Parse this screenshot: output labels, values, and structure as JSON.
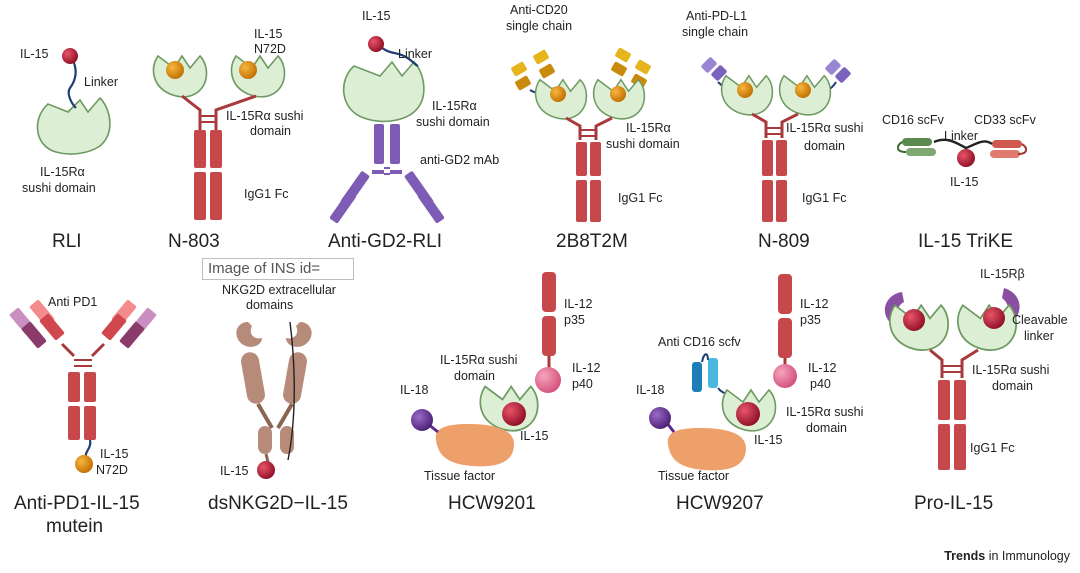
{
  "colors": {
    "sushi_fill": "#dcefd4",
    "sushi_stroke": "#6e9a62",
    "fc_red": "#c7484a",
    "il15_red": "#a3132a",
    "n72d_orange": "#e08a10",
    "linker_blue": "#1e3d73",
    "gd2_purple": "#7e5bb5",
    "scfv_yellow": "#e7b41c",
    "pdl1_lavender": "#9a85d4",
    "cd16_green": "#5b8a4e",
    "cd33_red": "#d0584d",
    "pd1_pink": "#ed6f78",
    "pd1_mauve": "#b35d88",
    "nkg2d_tan": "#b68b7a",
    "tissue_factor": "#eda06a",
    "il18_purple": "#5d2a8a",
    "il12_pink": "#e26e92",
    "cd16_blue": "#2a7fc5",
    "pro_purple": "#8a4ea3"
  },
  "constructs": {
    "rli": {
      "title": "RLI",
      "il15": "IL-15",
      "linker": "Linker",
      "sushi_1": "IL-15Rα",
      "sushi_2": "sushi domain"
    },
    "n803": {
      "title": "N-803",
      "il15_1": "IL-15",
      "il15_2": "N72D",
      "sushi_1": "IL-15Rα sushi",
      "sushi_2": "domain",
      "fc": "IgG1 Fc"
    },
    "gd2": {
      "title": "Anti-GD2-RLI",
      "il15": "IL-15",
      "linker": "Linker",
      "sushi_1": "IL-15Rα",
      "sushi_2": "sushi domain",
      "mab": "anti-GD2 mAb"
    },
    "b8t2m": {
      "title": "2B8T2M",
      "scfv_1": "Anti-CD20",
      "scfv_2": "single chain",
      "sushi_1": "IL-15Rα",
      "sushi_2": "sushi domain",
      "fc": "IgG1 Fc"
    },
    "n809": {
      "title": "N-809",
      "scfv_1": "Anti-PD-L1",
      "scfv_2": "single chain",
      "sushi_1": "IL-15Rα sushi",
      "sushi_2": "domain",
      "fc": "IgG1 Fc"
    },
    "trike": {
      "title": "IL-15 TriKE",
      "cd16": "CD16 scFv",
      "cd33": "CD33 scFv",
      "linker": "Linker",
      "il15": "IL-15"
    },
    "pd1": {
      "title_1": "Anti-PD1-IL-15",
      "title_2": "mutein",
      "anti": "Anti PD1",
      "il15_1": "IL-15",
      "il15_2": "N72D"
    },
    "nkg2d": {
      "title": "dsNKG2D−IL-15",
      "ext_1": "NKG2D extracellular",
      "ext_2": "domains",
      "il15": "IL-15"
    },
    "hcw9201": {
      "title": "HCW9201",
      "p35_1": "IL-12",
      "p35_2": "p35",
      "p40_1": "IL-12",
      "p40_2": "p40",
      "sushi_1": "IL-15Rα sushi",
      "sushi_2": "domain",
      "il18": "IL-18",
      "il15": "IL-15",
      "tf": "Tissue factor"
    },
    "hcw9207": {
      "title": "HCW9207",
      "p35_1": "IL-12",
      "p35_2": "p35",
      "p40_1": "IL-12",
      "p40_2": "p40",
      "cd16": "Anti CD16 scfv",
      "sushi_1": "IL-15Rα sushi",
      "sushi_2": "domain",
      "il18": "IL-18",
      "il15": "IL-15",
      "tf": "Tissue factor"
    },
    "pro": {
      "title": "Pro-IL-15",
      "rb": "IL-15Rβ",
      "cl_1": "Cleavable",
      "cl_2": "linker",
      "sushi_1": "IL-15Rα sushi",
      "sushi_2": "domain",
      "fc": "IgG1 Fc"
    }
  },
  "overlay_text": "Image of INS id=",
  "journal": {
    "bold": "Trends",
    "rest": " in Immunology"
  }
}
